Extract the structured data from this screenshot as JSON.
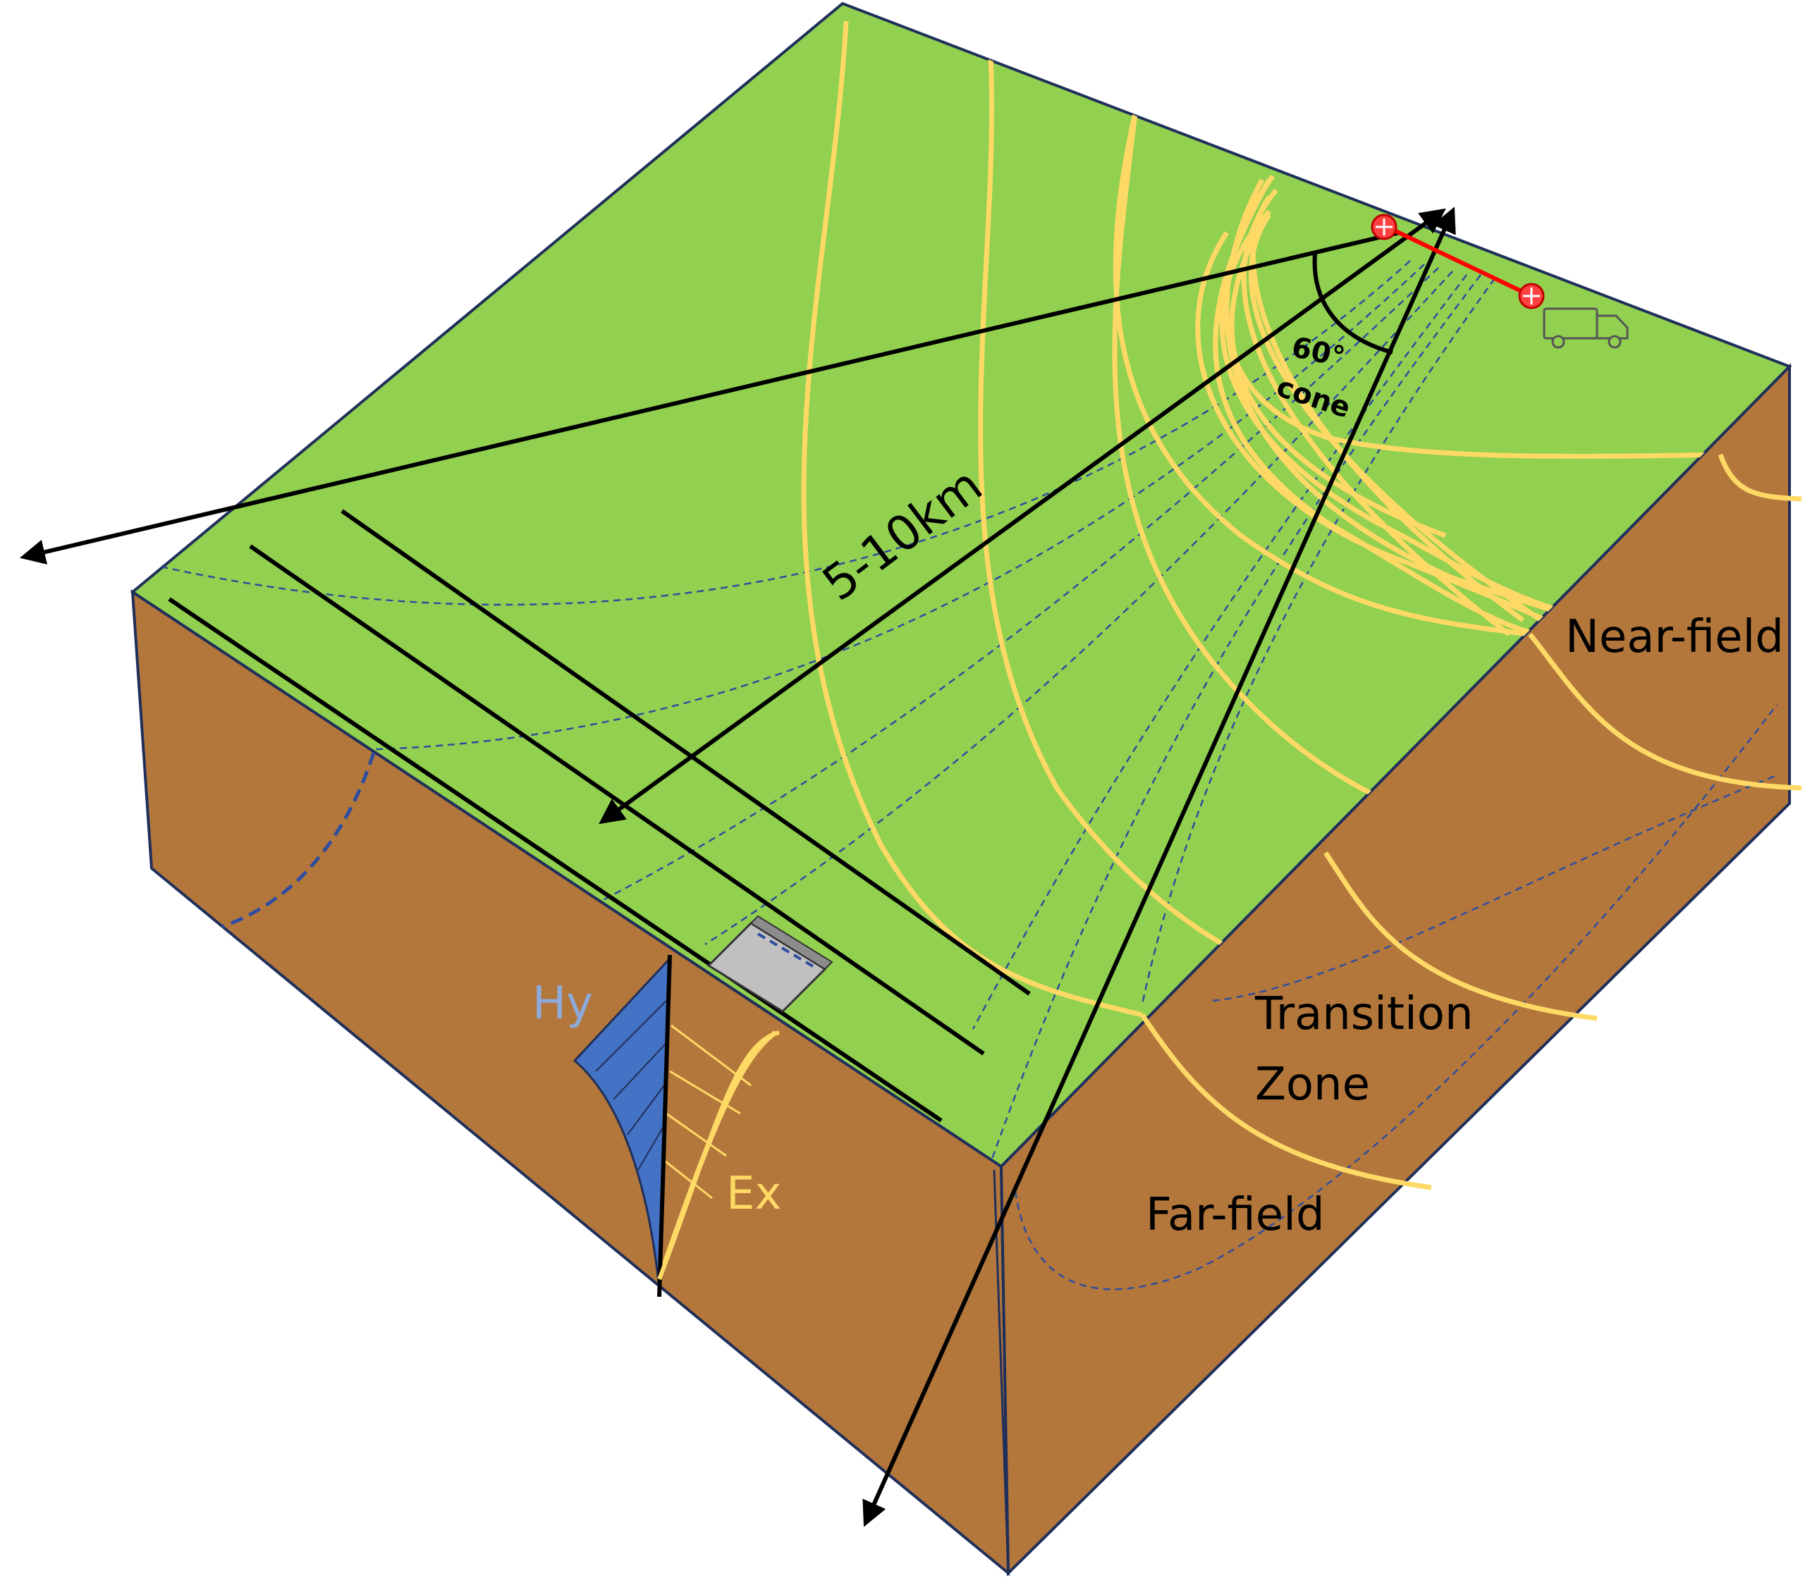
{
  "labels": {
    "near_field": "Near-field",
    "transition_line1": "Transition",
    "transition_line2": "Zone",
    "far_field": "Far-field",
    "distance": "5-10km",
    "cone_angle": "60°",
    "cone_word": "cone",
    "hy": "Hy",
    "ex": "Ex"
  },
  "colors": {
    "top_surface": "#92d050",
    "soil_side": "#b3773c",
    "outline": "#1f2f5a",
    "equipotential_lines": "#ffd966",
    "current_lines": "#2f4d9e",
    "hy_profile": "#4472c4",
    "hy_label": "#8eaadb",
    "ex_label": "#ffd966",
    "arrows": "#000000",
    "transmitter_dipole": "#ff0000",
    "receiver_box": "#c0c0c0"
  },
  "icons": {
    "electrode": "electrode-cross-icon",
    "truck": "truck-icon",
    "receiver": "receiver-instrument-icon"
  }
}
